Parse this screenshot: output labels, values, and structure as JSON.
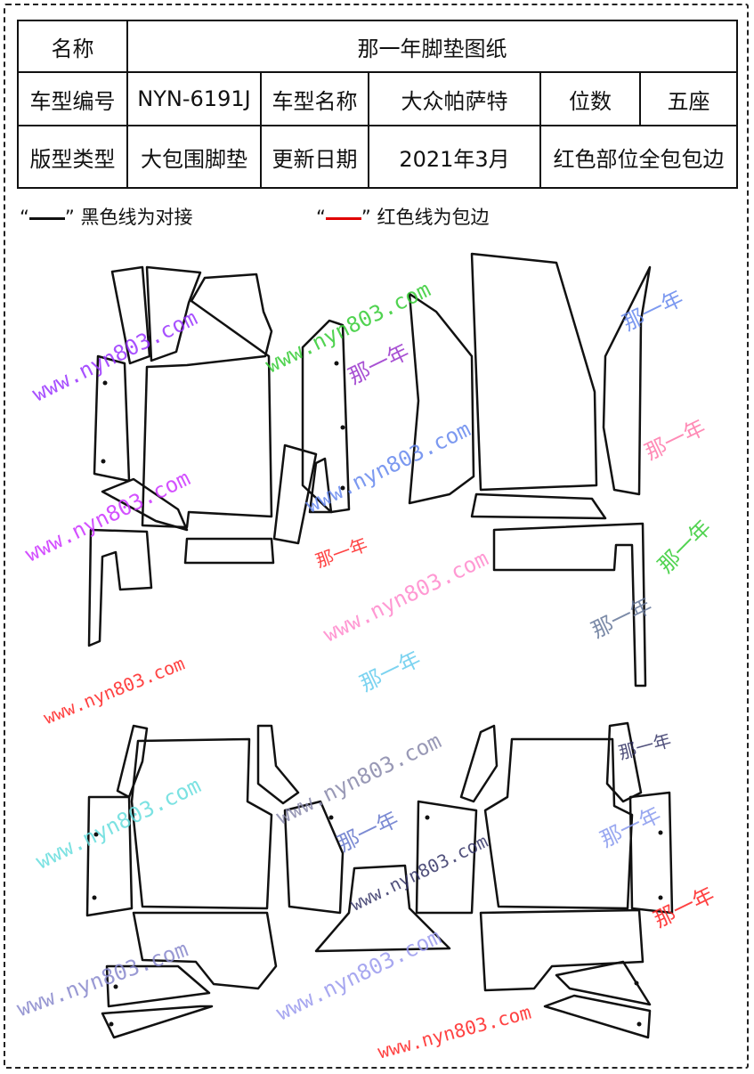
{
  "header": {
    "name_label": "名称",
    "name_value": "那一年脚垫图纸",
    "model_no_label": "车型编号",
    "model_no": "NYN-6191J",
    "model_name_label": "车型名称",
    "model_name": "大众帕萨特",
    "seats_label": "位数",
    "seats": "五座",
    "type_label": "版型类型",
    "type": "大包围脚垫",
    "date_label": "更新日期",
    "date": "2021年3月",
    "edge_note": "红色部位全包包边"
  },
  "legend": {
    "black_quote_open": "“",
    "black_quote_close": "”",
    "black_text": "黑色线为对接",
    "red_quote_open": "“",
    "red_quote_close": "”",
    "red_text": "红色线为包边"
  },
  "colors": {
    "black_line": "#111111",
    "red_line": "#e00000"
  },
  "watermarks": [
    {
      "text": "www.nyn803.com",
      "color": "#9933ff"
    },
    {
      "text": "www.nyn803.com",
      "color": "#33cc33"
    },
    {
      "text": "那一年",
      "color": "#9933cc"
    },
    {
      "text": "那一年",
      "color": "#6688ee"
    },
    {
      "text": "www.nyn803.com",
      "color": "#6688ee"
    },
    {
      "text": "www.nyn803.com",
      "color": "#cc33ff"
    },
    {
      "text": "那一年",
      "color": "#ff77aa"
    },
    {
      "text": "那一年",
      "color": "#ff2222"
    },
    {
      "text": "www.nyn803.com",
      "color": "#ff88cc"
    },
    {
      "text": "那一年",
      "color": "#667799"
    },
    {
      "text": "那一年",
      "color": "#66ccee"
    },
    {
      "text": "www.nyn803.com",
      "color": "#ff2222"
    },
    {
      "text": "www.nyn803.com",
      "color": "#66dddd"
    },
    {
      "text": "www.nyn803.com",
      "color": "#8888aa"
    },
    {
      "text": "那一年",
      "color": "#6677cc"
    },
    {
      "text": "那一年",
      "color": "#333366"
    },
    {
      "text": "那一年",
      "color": "#8899ee"
    },
    {
      "text": "www.nyn803.com",
      "color": "#333366"
    },
    {
      "text": "www.nyn803.com",
      "color": "#8888cc"
    },
    {
      "text": "www.nyn803.com",
      "color": "#9999ee"
    },
    {
      "text": "那一年",
      "color": "#ff2222"
    },
    {
      "text": "www.nyn803.com",
      "color": "#ff2222"
    },
    {
      "text": "那一年",
      "color": "#33cc33"
    }
  ]
}
